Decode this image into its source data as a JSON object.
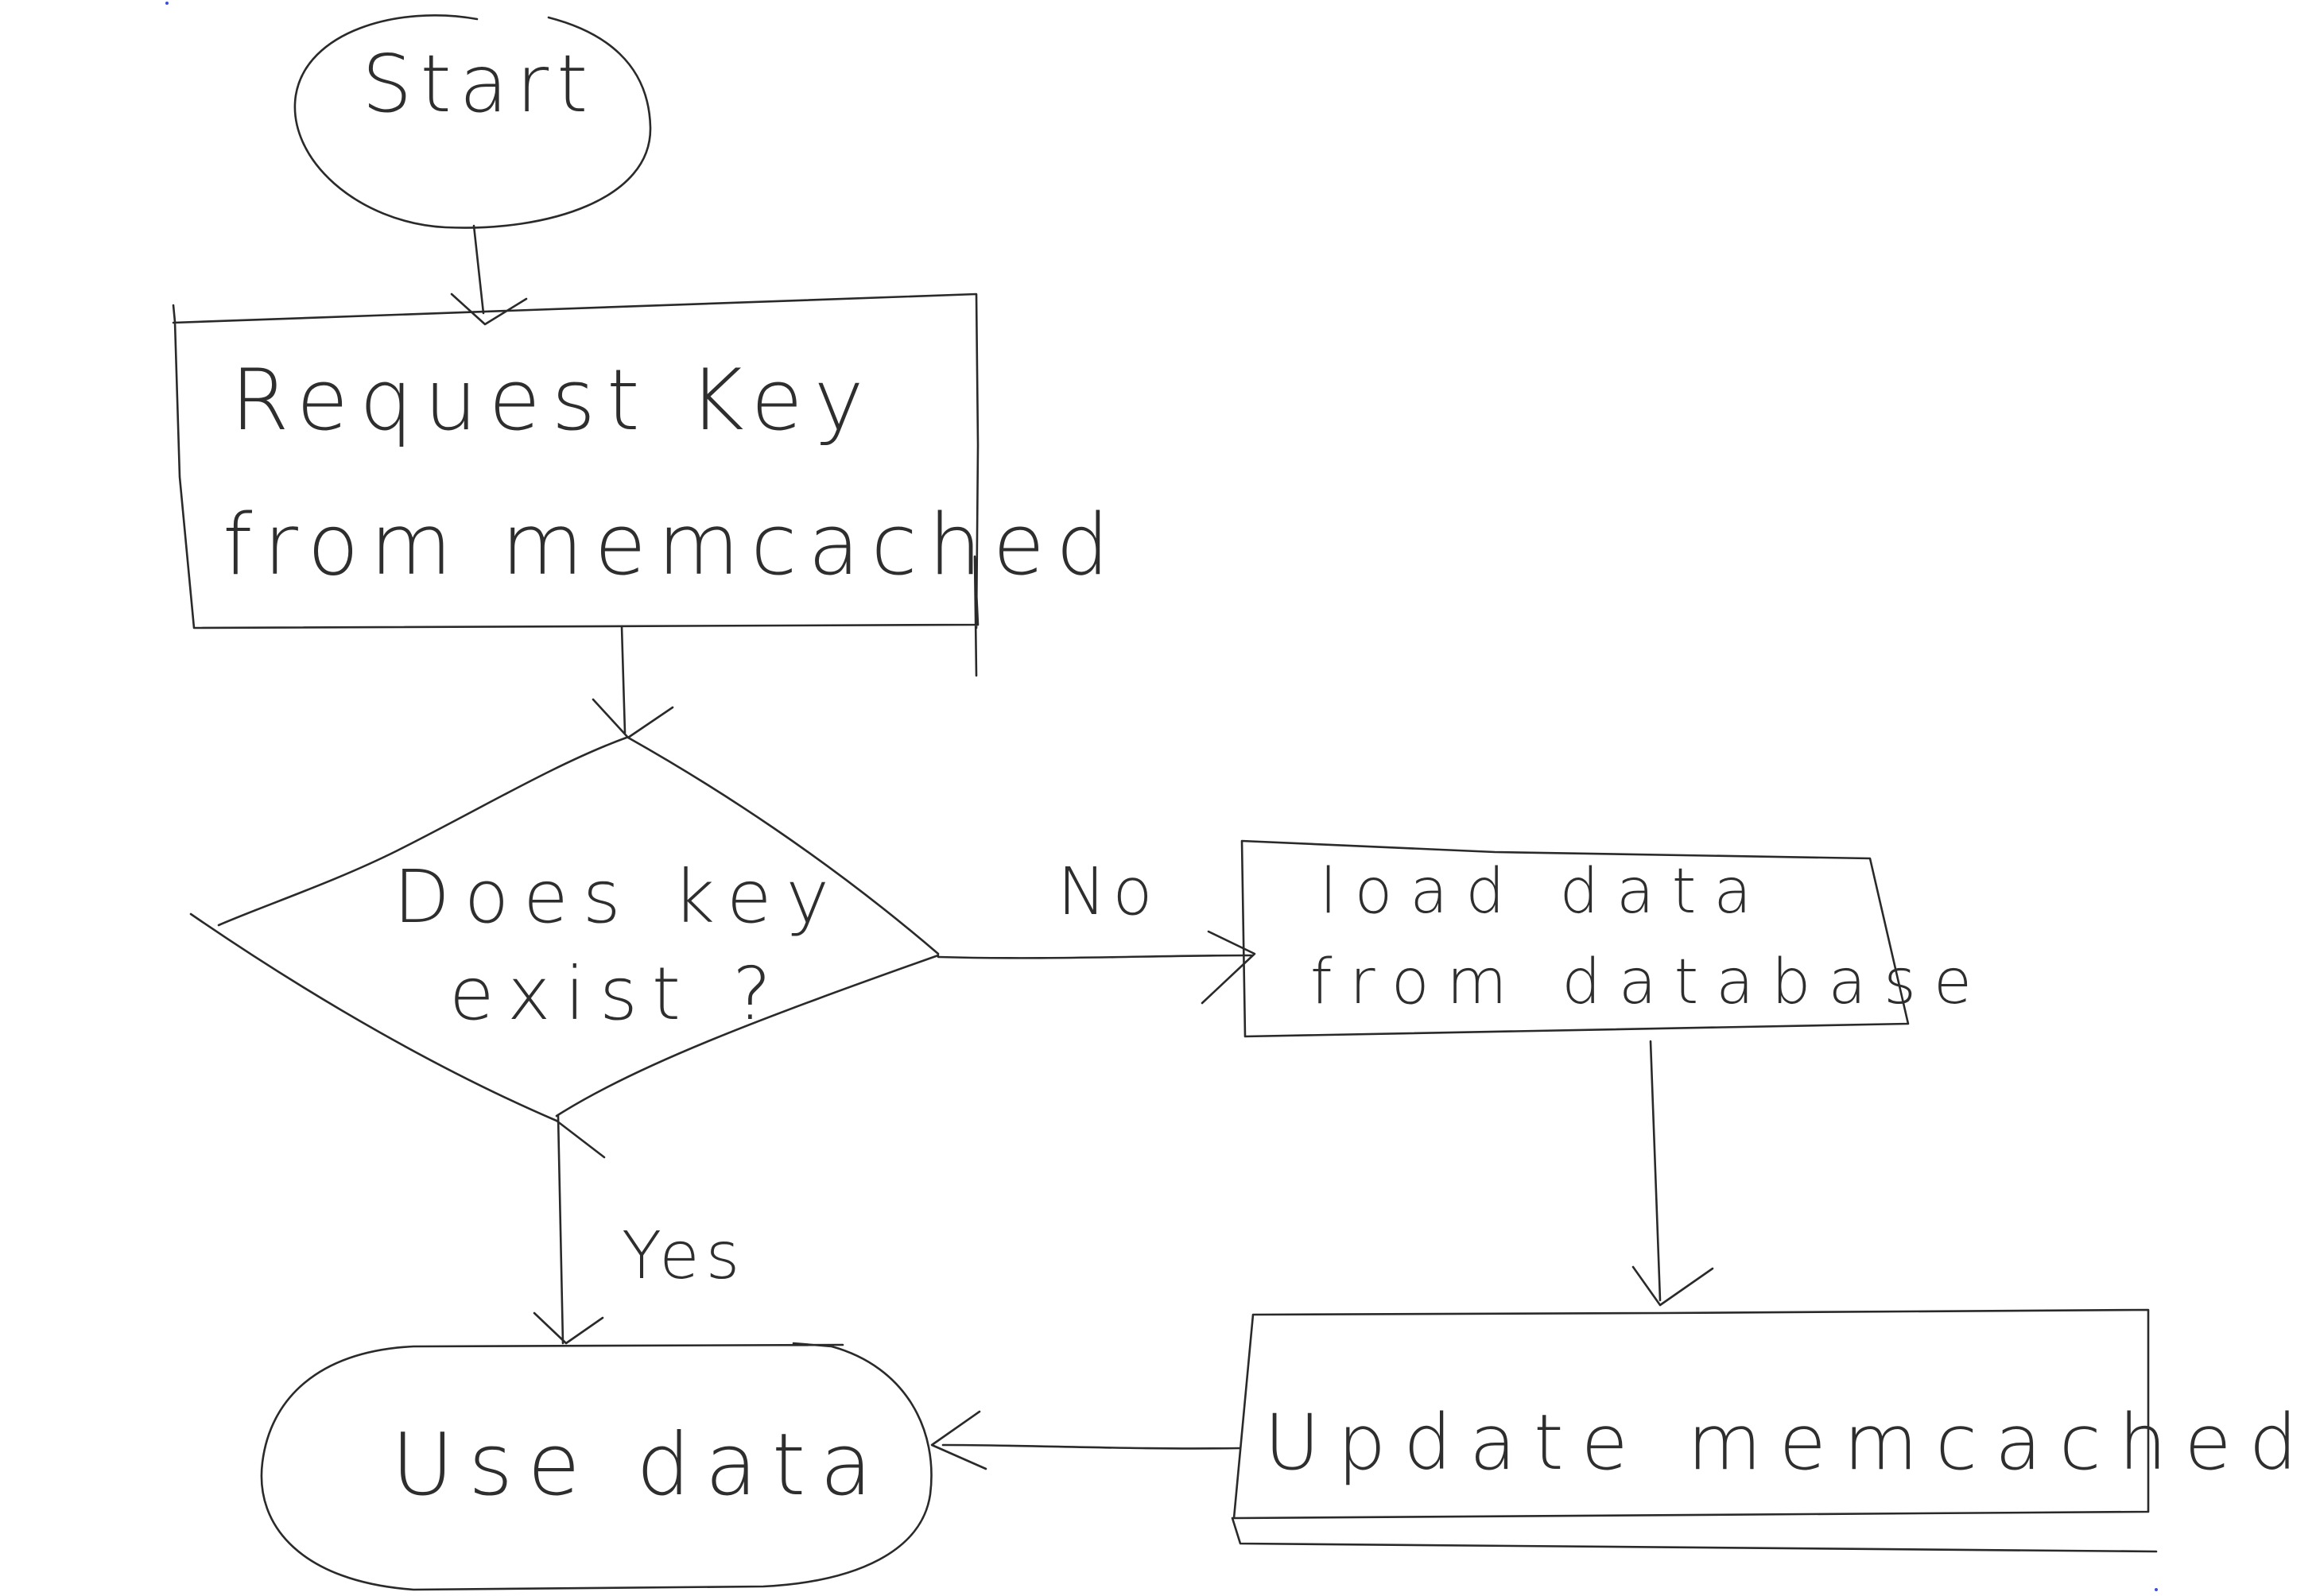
{
  "diagram": {
    "nodes": {
      "start": {
        "shape": "ellipse",
        "lines": [
          "Start"
        ]
      },
      "request": {
        "shape": "rectangle",
        "lines": [
          "Request Key",
          "from memcached"
        ]
      },
      "decision": {
        "shape": "diamond",
        "lines": [
          "Does key",
          "exist ?"
        ]
      },
      "load": {
        "shape": "rectangle",
        "lines": [
          "load data",
          "from database"
        ]
      },
      "update": {
        "shape": "rectangle",
        "lines": [
          "Update memcached"
        ]
      },
      "use": {
        "shape": "rounded",
        "lines": [
          "Use data"
        ]
      }
    },
    "edges": {
      "no_label": "No",
      "yes_label": "Yes"
    },
    "style": {
      "ink_color": "#2a2a2a",
      "background": "#ffffff",
      "corner_dot_color": "#3b4fd9"
    }
  }
}
